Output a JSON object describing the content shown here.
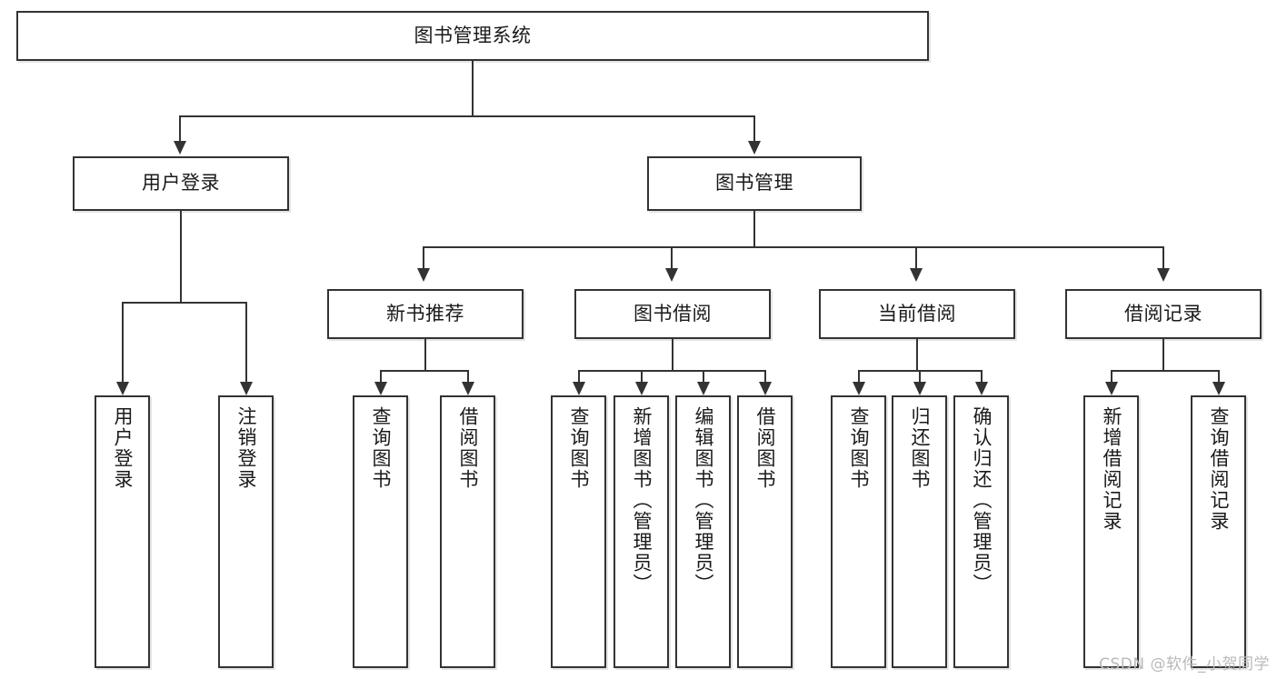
{
  "diagram": {
    "title": "图书管理系统",
    "type": "tree-hierarchy",
    "root": {
      "label": "图书管理系统"
    },
    "level2": [
      {
        "label": "用户登录"
      },
      {
        "label": "图书管理"
      }
    ],
    "level3": [
      {
        "label": "新书推荐"
      },
      {
        "label": "图书借阅"
      },
      {
        "label": "当前借阅"
      },
      {
        "label": "借阅记录"
      }
    ],
    "leaves": {
      "user_login": [
        {
          "label": "用户登录"
        },
        {
          "label": "注销登录"
        }
      ],
      "new_book_recommend": [
        {
          "label": "查询图书"
        },
        {
          "label": "借阅图书"
        }
      ],
      "book_borrow": [
        {
          "label": "查询图书"
        },
        {
          "label": "新增图书（管理员）"
        },
        {
          "label": "编辑图书（管理员）"
        },
        {
          "label": "借阅图书"
        }
      ],
      "current_borrow": [
        {
          "label": "查询图书"
        },
        {
          "label": "归还图书"
        },
        {
          "label": "确认归还（管理员）"
        }
      ],
      "borrow_record": [
        {
          "label": "新增借阅记录"
        },
        {
          "label": "查询借阅记录"
        }
      ]
    }
  },
  "watermark": {
    "text": "CSDN @软件_小贺同学"
  },
  "colors": {
    "border": "#333333",
    "text": "#1a1a1a",
    "background": "#ffffff",
    "watermark": "#b9b9b9"
  }
}
